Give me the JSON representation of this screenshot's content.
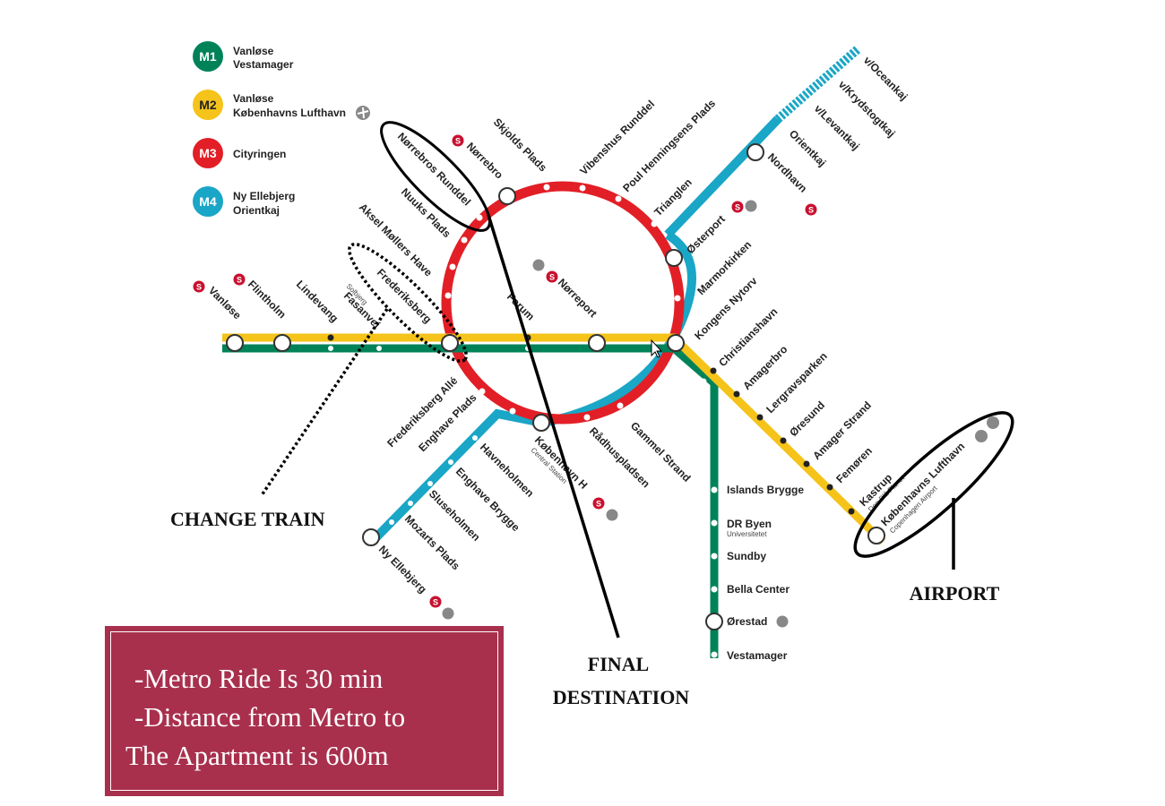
{
  "legend": [
    {
      "id": "M1",
      "color": "#008259",
      "lines": [
        "Vanløse",
        "Vestamager"
      ]
    },
    {
      "id": "M2",
      "color": "#f5c319",
      "lines": [
        "Vanløse",
        "Københavns Lufthavn"
      ]
    },
    {
      "id": "M3",
      "color": "#e21f26",
      "lines": [
        "Cityringen"
      ]
    },
    {
      "id": "M4",
      "color": "#1aa6c6",
      "lines": [
        "Ny Ellebjerg",
        "Orientkaj"
      ]
    }
  ],
  "stations": {
    "vanlose": "Vanløse",
    "flintholm": "Flintholm",
    "lindevang": "Lindevang",
    "fasanvej": "Fasanvej",
    "fasanvej_sub": "Solbjerg",
    "frederiksberg": "Frederiksberg",
    "forum": "Forum",
    "norreport": "Nørreport",
    "kongens_nytorv": "Kongens Nytorv",
    "christianshavn": "Christianshavn",
    "amagerbro": "Amagerbro",
    "lergravsparken": "Lergravsparken",
    "oresund": "Øresund",
    "amager_strand": "Amager Strand",
    "femoren": "Femøren",
    "kastrup": "Kastrup",
    "kastrup_sub": "Den Blå Planet",
    "lufthavn": "Københavns Lufthavn",
    "lufthavn_sub": "Copenhagen Airport",
    "islands_brygge": "Islands Brygge",
    "dr_byen": "DR Byen",
    "dr_byen_sub": "Universitetet",
    "sundby": "Sundby",
    "bella_center": "Bella Center",
    "orestad": "Ørestad",
    "vestamager": "Vestamager",
    "aksel_mollers_have": "Aksel Møllers Have",
    "nuuks_plads": "Nuuks Plads",
    "norrebros_runddel": "Nørrebros Runddel",
    "norrebro": "Nørrebro",
    "skjolds_plads": "Skjolds Plads",
    "vibenshus_runddel": "Vibenshus Runddel",
    "poul_henningsens_plads": "Poul Henningsens Plads",
    "trianglen": "Trianglen",
    "osterport": "Østerport",
    "marmorkirken": "Marmorkirken",
    "gammel_strand": "Gammel Strand",
    "radhuspladsen": "Rådhuspladsen",
    "kobenhavn_h": "København H",
    "kobenhavn_h_sub": "Central Station",
    "frederiksberg_alle": "Frederiksberg Allé",
    "enghave_plads": "Enghave Plads",
    "nordhavn": "Nordhavn",
    "orientkaj": "Orientkaj",
    "levantkaj": "v/Levantkaj",
    "krydstogtkaj": "v/Krydstogtkaj",
    "oceankaj": "v/Oceankaj",
    "havneholmen": "Havneholmen",
    "enghave_brygge": "Enghave Brygge",
    "sluseholmen": "Sluseholmen",
    "mozarts_plads": "Mozarts Plads",
    "ny_ellebjerg": "Ny Ellebjerg"
  },
  "badges": {
    "s_train": "S"
  },
  "annotations": {
    "change_train": "CHANGE TRAIN",
    "final_destination_1": "FINAL",
    "final_destination_2": "DESTINATION",
    "airport": "AIRPORT"
  },
  "info_box": {
    "line1": "-Metro Ride Is 30 min",
    "line2": "-Distance from Metro to",
    "line3": "The Apartment is 600m"
  },
  "colors": {
    "m1": "#008259",
    "m2": "#f5c319",
    "m3": "#e21f26",
    "m4": "#1aa6c6",
    "s_train": "#c8102e",
    "info_box": "#a8304d"
  }
}
